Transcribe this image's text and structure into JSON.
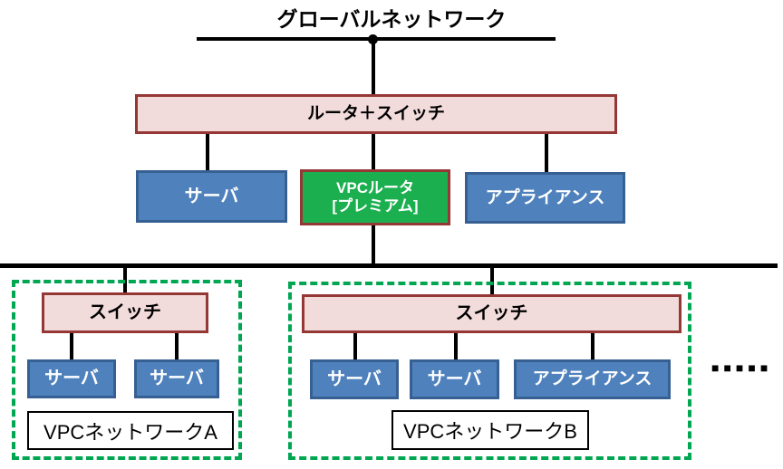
{
  "title": "グローバルネットワーク",
  "colors": {
    "box_pink_fill": "#F2DCDB",
    "box_dark_red_border": "#953735",
    "box_blue_fill": "#4F81BD",
    "box_blue_border": "#376092",
    "box_green_fill": "#1CAF4F",
    "vpc_dashed_border_green": "#00A651",
    "line_black": "#000000"
  },
  "global_segment": {
    "router_switch_label": "ルータ＋スイッチ",
    "server_label": "サーバ",
    "vpc_router_label_line1": "VPCルータ",
    "vpc_router_label_line2": "[プレミアム]",
    "appliance_label": "アプライアンス"
  },
  "vpc_network_a": {
    "switch_label": "スイッチ",
    "servers": [
      "サーバ",
      "サーバ"
    ],
    "label": "VPCネットワークA"
  },
  "vpc_network_b": {
    "switch_label": "スイッチ",
    "servers": [
      "サーバ",
      "サーバ"
    ],
    "appliance_label": "アプライアンス",
    "label": "VPCネットワークB"
  },
  "more_networks_ellipsis": "■■■■■"
}
